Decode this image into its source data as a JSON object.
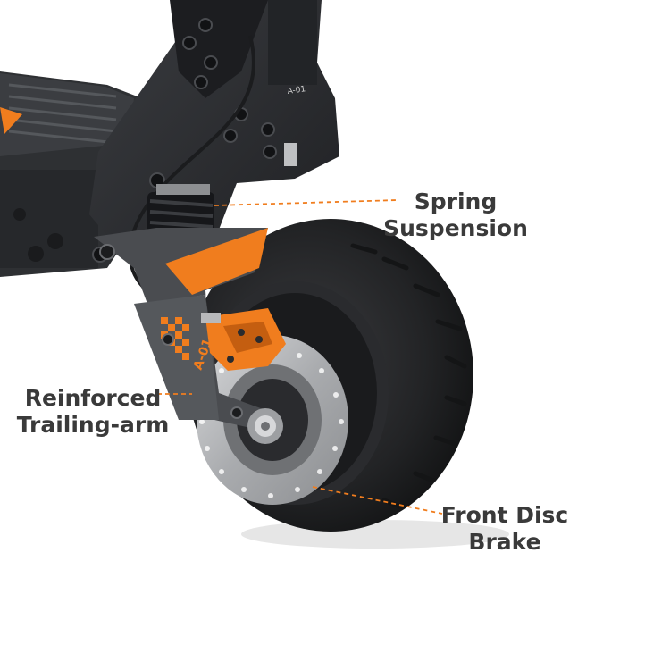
{
  "callouts": {
    "spring": {
      "line1": "Spring",
      "line2": "Suspension"
    },
    "trailing_arm": {
      "line1": "Reinforced",
      "line2": "Trailing-arm"
    },
    "brake": {
      "line1": "Front Disc",
      "line2": "Brake"
    }
  },
  "decal": {
    "model": "A-01"
  },
  "colors": {
    "accent_orange": "#f07d1e",
    "frame_dark": "#2b2d30",
    "tire": "#1c1d1f",
    "label_text": "#3a3a3a",
    "background": "#ffffff"
  }
}
